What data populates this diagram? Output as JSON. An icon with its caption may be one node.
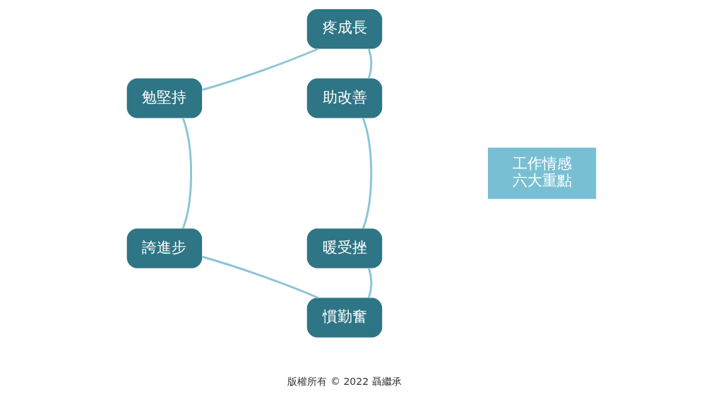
{
  "diagram": {
    "nodes": [
      {
        "text": [
          "疼成長"
        ]
      },
      {
        "text": [
          "勉堅持"
        ]
      },
      {
        "text": [
          "助改善"
        ]
      },
      {
        "text": [
          "工作情感六大重點"
        ]
      },
      {
        "text": [
          "誇進步"
        ]
      },
      {
        "text": [
          "暖受挫"
        ]
      },
      {
        "text": [
          "慣勤奮"
        ]
      }
    ],
    "edges": [
      {
        "from": 0,
        "to": 2,
        "arrow": "none"
      },
      {
        "from": 2,
        "to": 5,
        "arrow": "none"
      },
      {
        "from": 5,
        "to": 6,
        "arrow": "none"
      },
      {
        "from": 6,
        "to": 4,
        "arrow": "none"
      },
      {
        "from": 4,
        "to": 1,
        "arrow": "none"
      },
      {
        "from": 1,
        "to": 0,
        "arrow": "none"
      }
    ],
    "labels": [
      "版權所有 © 2022 聶繼承"
    ]
  }
}
